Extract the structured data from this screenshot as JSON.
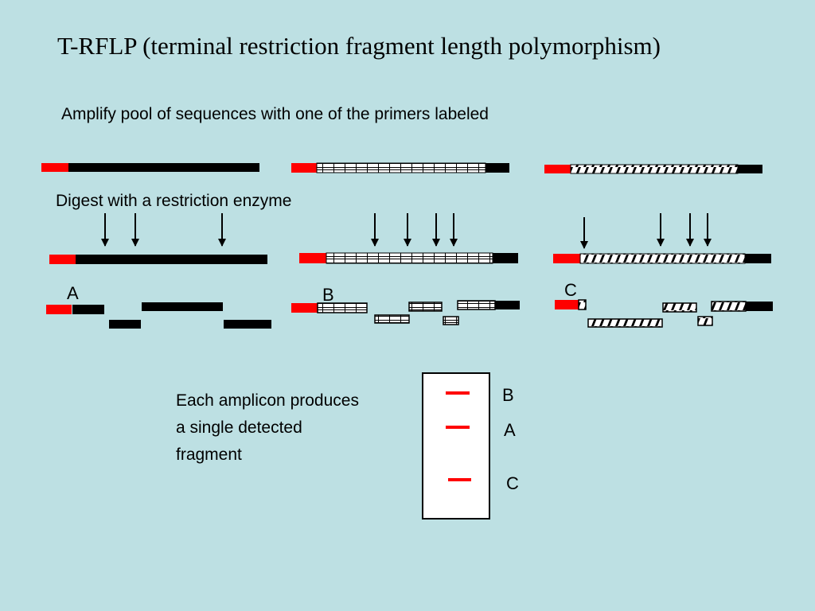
{
  "title": "T-RFLP (terminal restriction fragment length polymorphism)",
  "step1_text": "Amplify pool of sequences with one of the primers labeled",
  "step2_text": "Digest with a restriction enzyme",
  "fragment_labels": {
    "a": "A",
    "b": "B",
    "c": "C"
  },
  "result_note": "Each amplicon produces a single detected fragment",
  "gel_lane_labels": {
    "top": "B",
    "middle": "A",
    "bottom": "C"
  },
  "colors": {
    "background": "#bde0e3",
    "primer_label": "#ff0000",
    "dna": "#000000",
    "gel": "#ffffff",
    "band": "#ff0000"
  }
}
